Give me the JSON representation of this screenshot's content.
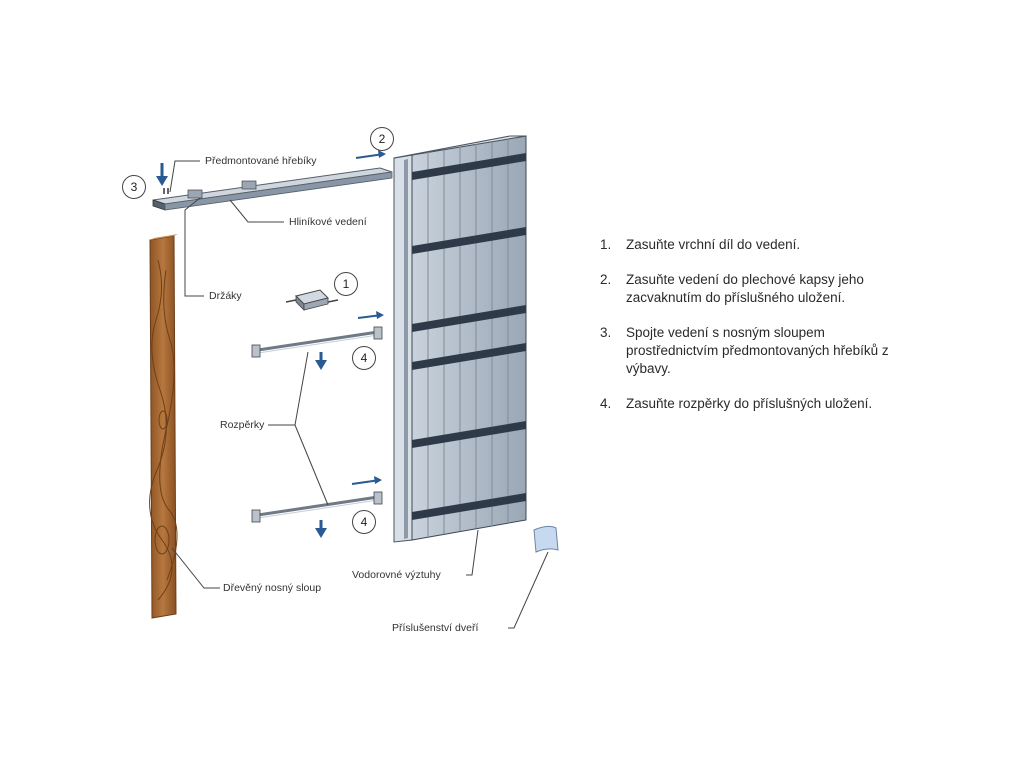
{
  "labels": {
    "nails": "Předmontované hřebíky",
    "rail": "Hliníkové vedení",
    "holders": "Držáky",
    "spacers": "Rozpěrky",
    "post": "Dřevěný nosný sloup",
    "stiffeners": "Vodorovné výztuhy",
    "accessories": "Příslušenství dveří"
  },
  "callouts": {
    "c1": "1",
    "c2": "2",
    "c3": "3",
    "c4a": "4",
    "c4b": "4"
  },
  "steps": [
    {
      "num": "1.",
      "text": "Zasuňte vrchní díl do vedení."
    },
    {
      "num": "2.",
      "text": "Zasuňte vedení do plechové kapsy jeho zacvaknutím do příslušného uložení."
    },
    {
      "num": "3.",
      "text": "Spojte vedení s nosným sloupem prostřednictvím předmontovaných hřebíků z výbavy."
    },
    {
      "num": "4.",
      "text": "Zasuňte rozpěrky do příslušných uložení."
    }
  ],
  "colors": {
    "arrow": "#2a5a94",
    "wood": "#a66a38",
    "panel": "#b4bfcb",
    "stiffener": "#2e3a48"
  },
  "icons": [
    "arrow-down-icon",
    "arrow-right-icon"
  ]
}
